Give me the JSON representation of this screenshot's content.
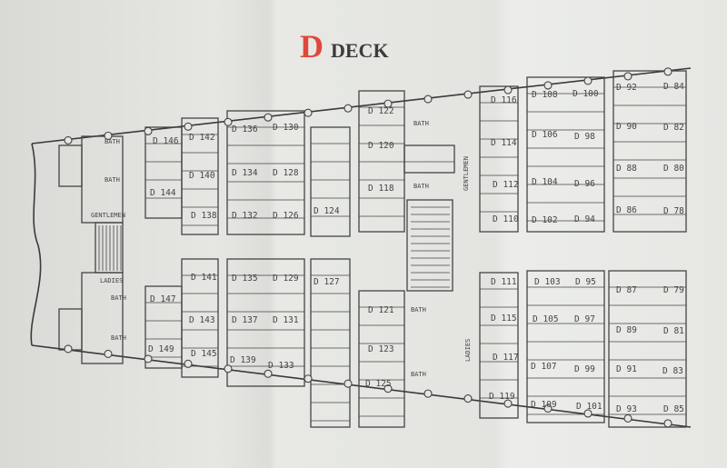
{
  "title": {
    "letter": "D",
    "word": "DECK",
    "letter_color": "#e0483a"
  },
  "facility_labels": {
    "bath": "BATH",
    "gentlemen": "GENTLEMEN",
    "ladies": "LADIES"
  },
  "cabins": [
    "D 146",
    "D 142",
    "D 140",
    "D 144",
    "D 138",
    "D 136",
    "D 130",
    "D 134",
    "D 128",
    "D 132",
    "D 126",
    "D 124",
    "D 141",
    "D 147",
    "D 143",
    "D 149",
    "D 145",
    "D 135",
    "D 129",
    "D 137",
    "D 131",
    "D 139",
    "D 133",
    "D 127",
    "D 122",
    "D 120",
    "D 118",
    "D 116",
    "D 114",
    "D 112",
    "D 110",
    "D 108",
    "D 100",
    "D 106",
    "D 98",
    "D 104",
    "D 96",
    "D 102",
    "D 94",
    "D 92",
    "D 84",
    "D 90",
    "D 82",
    "D 88",
    "D 80",
    "D 86",
    "D 78",
    "D 121",
    "D 123",
    "D 125",
    "D 111",
    "D 115",
    "D 117",
    "D 119",
    "D 103",
    "D 95",
    "D 105",
    "D 97",
    "D 107",
    "D 99",
    "D 109",
    "D 101",
    "D 87",
    "D 79",
    "D 89",
    "D 81",
    "D 91",
    "D 83",
    "D 93",
    "D 85"
  ]
}
